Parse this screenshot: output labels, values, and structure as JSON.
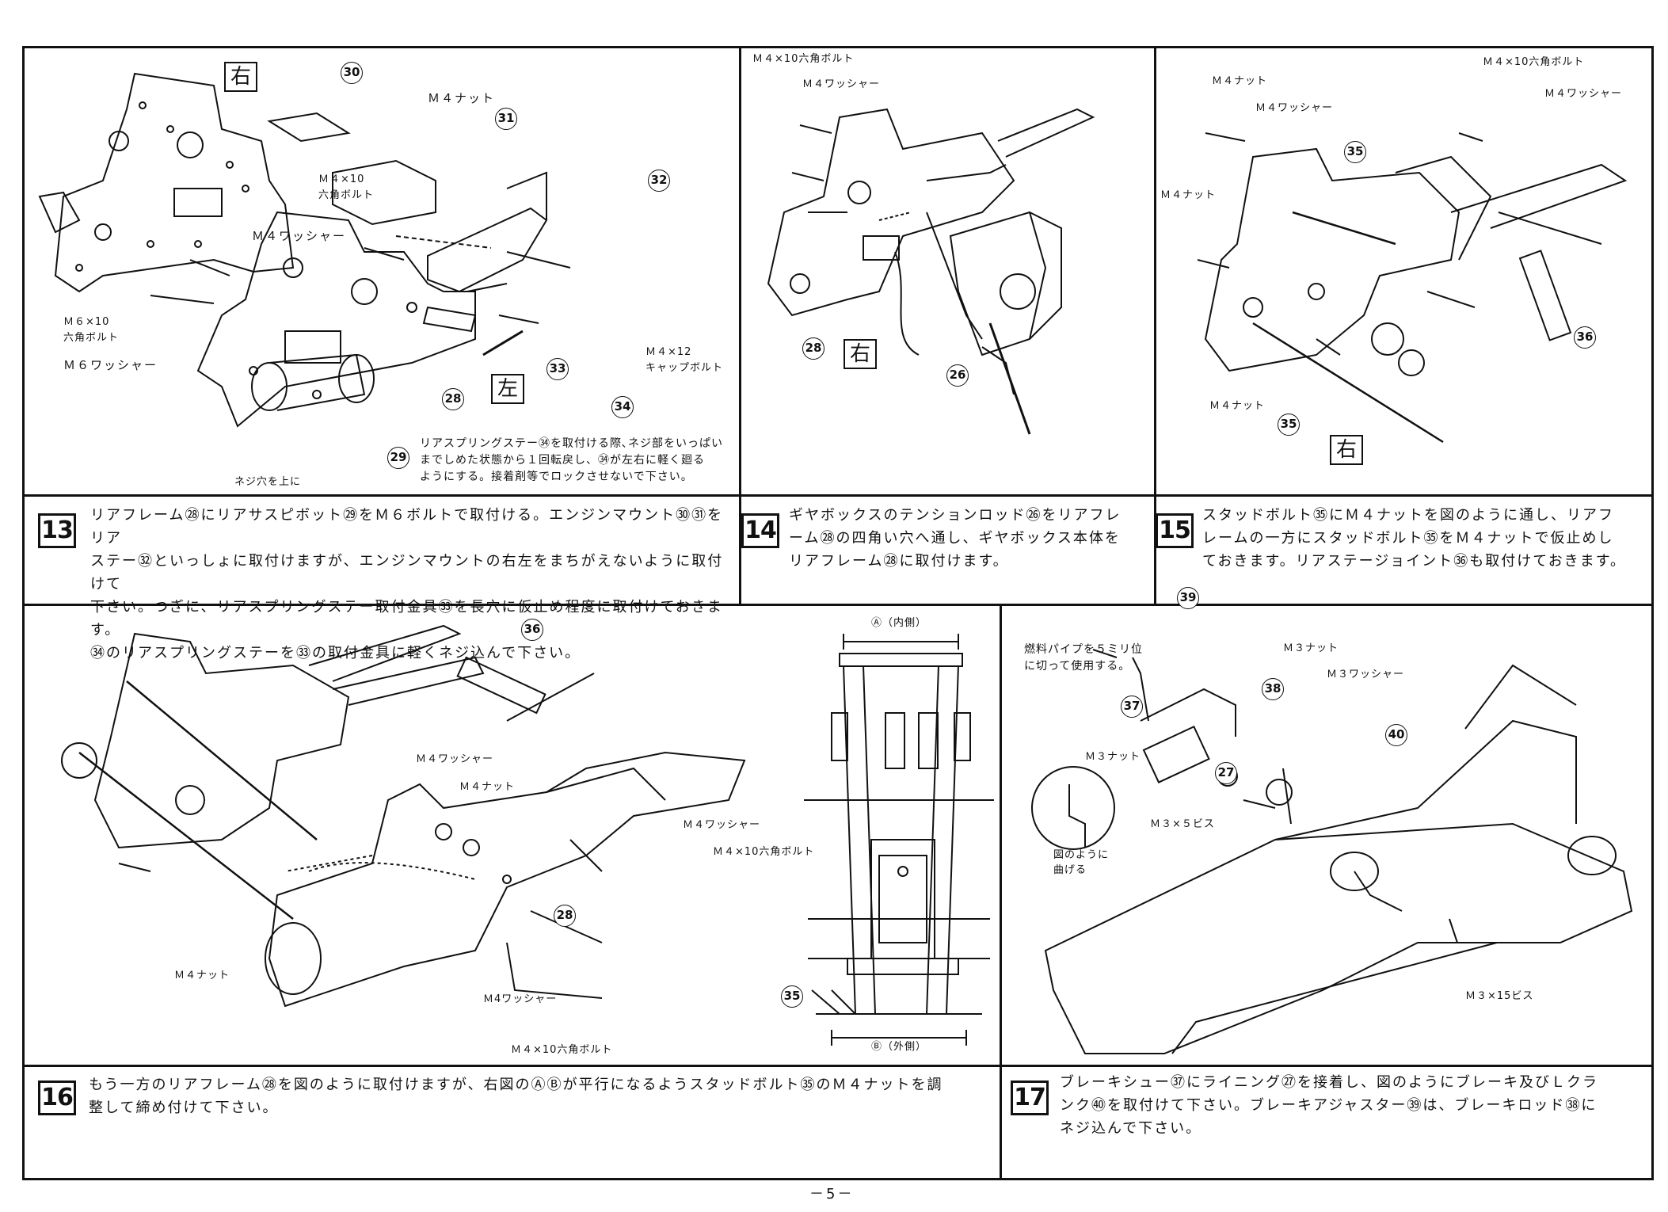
{
  "page": {
    "number": "－5－"
  },
  "steps": [
    {
      "num": "13",
      "text": "リアフレーム㉘にリアサスピボット㉙をＭ６ボルトで取付ける。エンジンマウント㉚㉛をリア\nステー㉜といっしょに取付けますが、エンジンマウントの右左をまちがえないように取付けて\n下さい。つぎに、リアスプリングステー取付金具㉝を長穴に仮止め程度に取付けておきます。\n㉞のリアスプリングステーを㉝の取付金具に軽くネジ込んで下さい。"
    },
    {
      "num": "14",
      "text": "ギヤボックスのテンションロッド㉖をリアフレ\nーム㉘の四角い穴へ通し、ギヤボックス本体を\nリアフレーム㉘に取付けます。"
    },
    {
      "num": "15",
      "text": "スタッドボルト㉟にＭ４ナットを図のように通し、リアフ\nレームの一方にスタッドボルト㉟をＭ４ナットで仮止めし\nておきます。リアステージョイント㊱も取付けておきます。"
    },
    {
      "num": "16",
      "text": "もう一方のリアフレーム㉘を図のように取付けますが、右図のⒶⒷが平行になるようスタッドボルト㉟のＭ４ナットを調\n整して締め付けて下さい。"
    },
    {
      "num": "17",
      "text": "ブレーキシュー㊲にライニング㉗を接着し、図のようにブレーキ及びＬクラ\nンク㊵を取付けて下さい。ブレーキアジャスター㊴は、ブレーキロッド㊳に\nネジ込んで下さい。"
    }
  ],
  "fig13": {
    "side_right": "右",
    "side_left": "左",
    "callouts": [
      "30",
      "31",
      "32",
      "28",
      "33",
      "34",
      "29"
    ],
    "labels": {
      "m4_nut": "Ｍ４ナット",
      "m4x10_a": "Ｍ４×10",
      "m4x10_b": "六角ボルト",
      "m4_washer": "Ｍ４ワッシャー",
      "m6x10_a": "Ｍ６×10",
      "m6x10_b": "六角ボルト",
      "m6_washer": "Ｍ６ワッシャー",
      "m4x12_a": "Ｍ４×12",
      "m4x12_b": "キャップボルト",
      "screw_hole_up": "ネジ穴を上に"
    },
    "note": "リアスプリングステー㉞を取付ける際､ネジ部をいっぱい\nまでしめた状態から１回転戻し、㉞が左右に軽く廻る\nようにする。接着剤等でロックさせないで下さい。"
  },
  "fig14": {
    "side": "右",
    "callouts": [
      "28",
      "26"
    ],
    "labels": {
      "m4x10_bolt": "Ｍ４×10六角ボルト",
      "m4_washer": "Ｍ４ワッシャー"
    }
  },
  "fig15": {
    "side": "右",
    "callouts": [
      "35",
      "35",
      "36"
    ],
    "labels": {
      "m4_nut_top": "Ｍ４ナット",
      "m4_washer_top": "Ｍ４ワッシャー",
      "m4x10_bolt": "Ｍ４×10六角ボルト",
      "m4_washer_right": "Ｍ４ワッシャー",
      "m4_nut_left": "Ｍ４ナット",
      "m4_nut_bottom": "Ｍ４ナット"
    }
  },
  "fig16": {
    "callouts": [
      "36",
      "28"
    ],
    "labels": {
      "m4_washer_a": "Ｍ４ワッシャー",
      "m4_nut_a": "Ｍ４ナット",
      "m4_washer_b": "Ｍ４ワッシャー",
      "m4x10_bolt_b": "Ｍ４×10六角ボルト",
      "m4_nut_c": "Ｍ４ナット",
      "m4_washer_c": "Ｍ4ワッシャー",
      "m4x10_bolt_c": "Ｍ４×10六角ボルト"
    }
  },
  "fig16b": {
    "label_a": "Ⓐ（内側）",
    "label_b": "Ⓑ（外側）",
    "callout": "35"
  },
  "fig17": {
    "callouts": [
      "39",
      "38",
      "37",
      "27",
      "40"
    ],
    "labels": {
      "fuel_pipe_note": "燃料パイプを５ミリ位\nに切って使用する。",
      "m3_nut_top": "Ｍ３ナット",
      "m3_washer": "Ｍ３ワッシャー",
      "m3_nut_left": "Ｍ３ナット",
      "m3x5": "Ｍ３×５ビス",
      "bend_note": "図のように\n曲げる",
      "m3x15": "Ｍ３×15ビス"
    }
  }
}
